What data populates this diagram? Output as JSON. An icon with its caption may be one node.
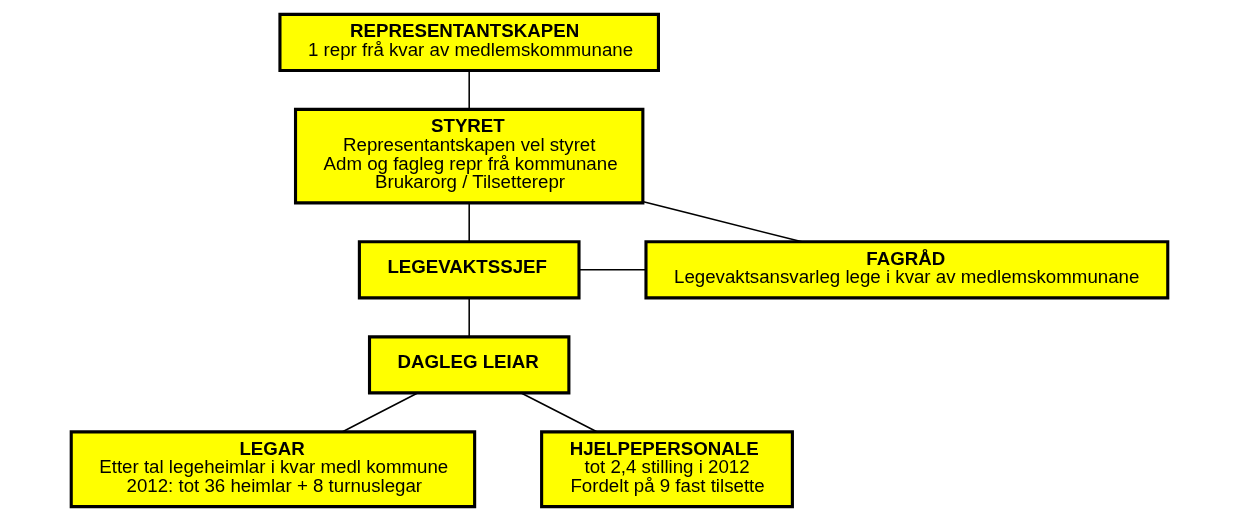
{
  "diagram": {
    "nodes": [
      {
        "text": [
          "REPRESENTANTSKAPEN",
          "1 repr frå kvar av medlemskommunane"
        ]
      },
      {
        "text": [
          "STYRET",
          "Representantskapen vel styret",
          "Adm og fagleg repr frå kommunane",
          "Brukarorg / Tilsetterepr"
        ]
      },
      {
        "text": [
          "FAGRÅD",
          "Legevaktsansvarleg lege i kvar av medlemskommunane"
        ]
      },
      {
        "text": [
          "LEGEVAKTSSJEF"
        ]
      },
      {
        "text": [
          "DAGLEG LEIAR"
        ]
      },
      {
        "text": [
          "LEGAR",
          "Etter tal legeheimlar i kvar medl kommune",
          "2012: tot 36 heimlar + 8 turnuslegar"
        ]
      },
      {
        "text": [
          "HJELPEPERSONALE",
          "tot 2,4 stilling i 2012",
          "Fordelt på 9 fast tilsette"
        ]
      }
    ],
    "edges": [
      {
        "from": 0,
        "to": 1,
        "arrow": "none"
      },
      {
        "from": 2,
        "to": 1,
        "arrow": "none"
      },
      {
        "from": 2,
        "to": 3,
        "arrow": "none"
      },
      {
        "from": 1,
        "to": 3,
        "arrow": "none"
      },
      {
        "from": 3,
        "to": 4,
        "arrow": "none"
      },
      {
        "from": 4,
        "to": 5,
        "arrow": "none"
      },
      {
        "from": 4,
        "to": 6,
        "arrow": "none"
      }
    ]
  }
}
